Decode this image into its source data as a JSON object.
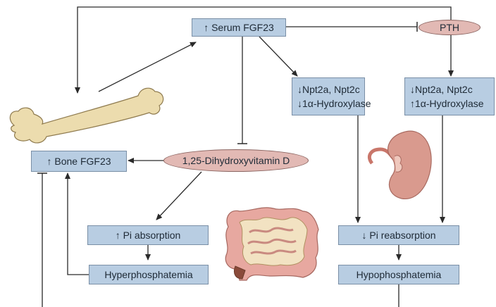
{
  "nodes": {
    "serum_fgf23": "↑ Serum FGF23",
    "pth": "PTH",
    "npt_left_1": "↓Npt2a, Npt2c",
    "npt_left_2": "↓1α-Hydroxylase",
    "npt_right_1": "↓Npt2a, Npt2c",
    "npt_right_2": "↑1α-Hydroxylase",
    "vitamin_d": "1,25-Dihydroxyvitamin D",
    "bone_fgf23": "↑ Bone FGF23",
    "pi_absorption": "↑ Pi absorption",
    "pi_reabsorption": "↓ Pi reabsorption",
    "hyperphosphatemia": "Hyperphosphatemia",
    "hypophosphatemia": "Hypophosphatemia"
  },
  "illustrations": [
    "bone",
    "kidney",
    "intestine"
  ],
  "colors": {
    "box_fill": "#b8cde2",
    "box_border": "#7a8fa6",
    "ellipse_fill": "#e2b9b4",
    "line": "#2a2a2a",
    "bone": "#ecdcae",
    "kidney": "#d99a8e",
    "intestine": "#e7a8a0"
  }
}
